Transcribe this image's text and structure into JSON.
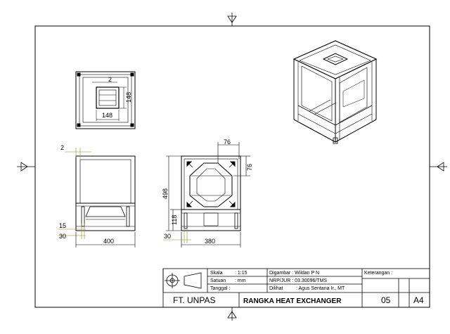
{
  "views": {
    "top": {
      "dim_gap": "2",
      "dim_height": "148",
      "dim_width": "148"
    },
    "side": {
      "dim_thickness": "2",
      "dim_15": "15",
      "dim_30": "30",
      "dim_width": "400"
    },
    "front": {
      "dim_76_top": "76",
      "dim_76_side": "76",
      "dim_height": "498",
      "dim_118": "118",
      "dim_30": "30",
      "dim_width": "380"
    }
  },
  "title_block": {
    "skala_label": "Skala",
    "skala_value": ": 1:15",
    "satuan_label": "Satuan",
    "satuan_value": ": mm",
    "tanggal_label": "Tanggal :",
    "digambar": "Digambar : Wildan P N",
    "nrp": "NRP/JUR : 03.30096/TMS",
    "dilihat_label": "Dilihat",
    "dilihat_value": ": Agus Sentana Ir., MT",
    "keterangan": "Keterangan :",
    "institution": "FT. UNPAS",
    "title": "RANGKA HEAT EXCHANGER",
    "number": "05",
    "paper": "A4"
  },
  "colors": {
    "line": "#000000",
    "dimension": "#8a8a2a"
  }
}
